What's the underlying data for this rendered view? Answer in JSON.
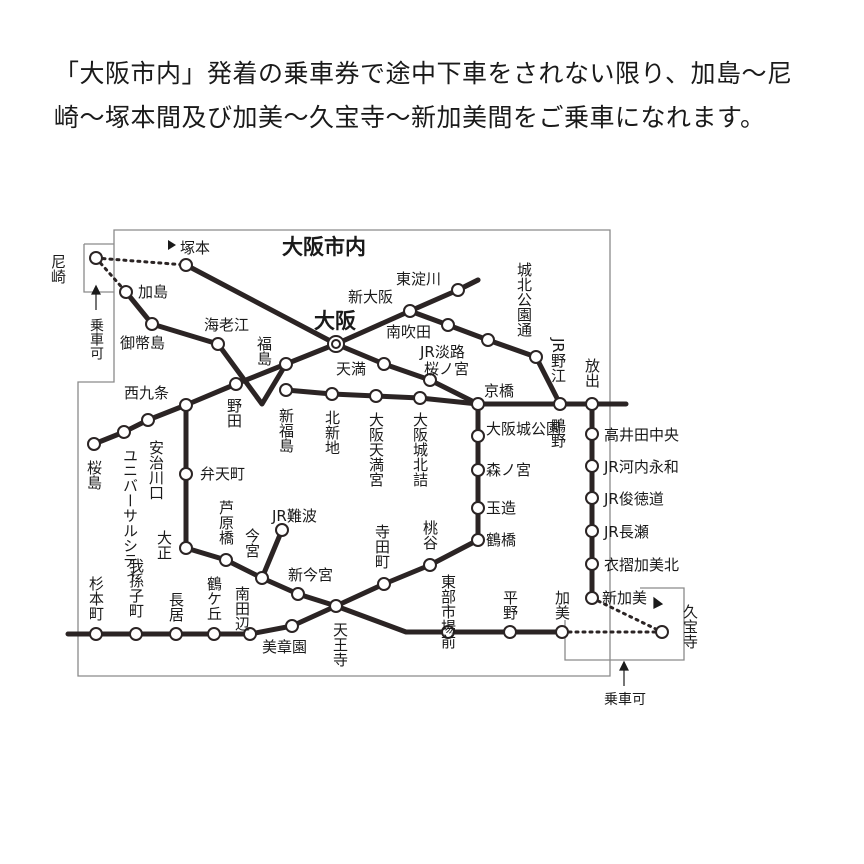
{
  "notice": "「大阪市内」発着の乗車券で途中下車をされない限り、加島〜尼崎〜塚本間及び加美〜久宝寺〜新加美間をご乗車になれます。",
  "map": {
    "area_label": "大阪市内",
    "boarding_note_left": "乗車可",
    "boarding_note_right": "乗車可",
    "stations": {
      "amagasaki": "尼崎",
      "tsukamoto": "塚本",
      "kashima": "加島",
      "mitejima": "御幣島",
      "ebie": "海老江",
      "fukushima": "福島",
      "osaka": "大阪",
      "higashiyodogawa": "東淀川",
      "shinosaka": "新大阪",
      "minamisuita": "南吹田",
      "jryodoji": "JR淡路",
      "shirokitakoen": "城北公園通",
      "jrnoe": "JR野江",
      "hanaten": "放出",
      "tenma": "天満",
      "sakuranomiya": "桜ノ宮",
      "kyobashi": "京橋",
      "shinfukushima": "新福島",
      "kitashinchi": "北新地",
      "osakatenmangu": "大阪天満宮",
      "osakajokitazume": "大阪城北詰",
      "noda": "野田",
      "nishikujo": "西九条",
      "sakurajima": "桜島",
      "usj": "ユニバーサルシティ",
      "ajikawaguchi": "安治川口",
      "bentencho": "弁天町",
      "taisho": "大正",
      "ashiharabashi": "芦原橋",
      "imamiya": "今宮",
      "jrnamba": "JR難波",
      "shinimamiya": "新今宮",
      "tennoji": "天王寺",
      "teradacho": "寺田町",
      "momodani": "桃谷",
      "tsuruhashi": "鶴橋",
      "tamatsukuri": "玉造",
      "morinomiya": "森ノ宮",
      "osakajokoen": "大阪城公園",
      "shigino": "鴫野",
      "takaidachuo": "高井田中央",
      "jrkawachieiwa": "JR河内永和",
      "jrshuntokumichi": "JR俊徳道",
      "jrnagase": "JR長瀬",
      "kizuri": "衣摺加美北",
      "shinkami": "新加美",
      "kyuhoji": "久宝寺",
      "kami": "加美",
      "hirano": "平野",
      "higashiichiba": "東部市場前",
      "sugimotocho": "杉本町",
      "abikocho": "我孫子町",
      "nagai": "長居",
      "tsurugaoka": "鶴ケ丘",
      "minamitanabe": "南田辺",
      "bikan": "美章園"
    }
  }
}
